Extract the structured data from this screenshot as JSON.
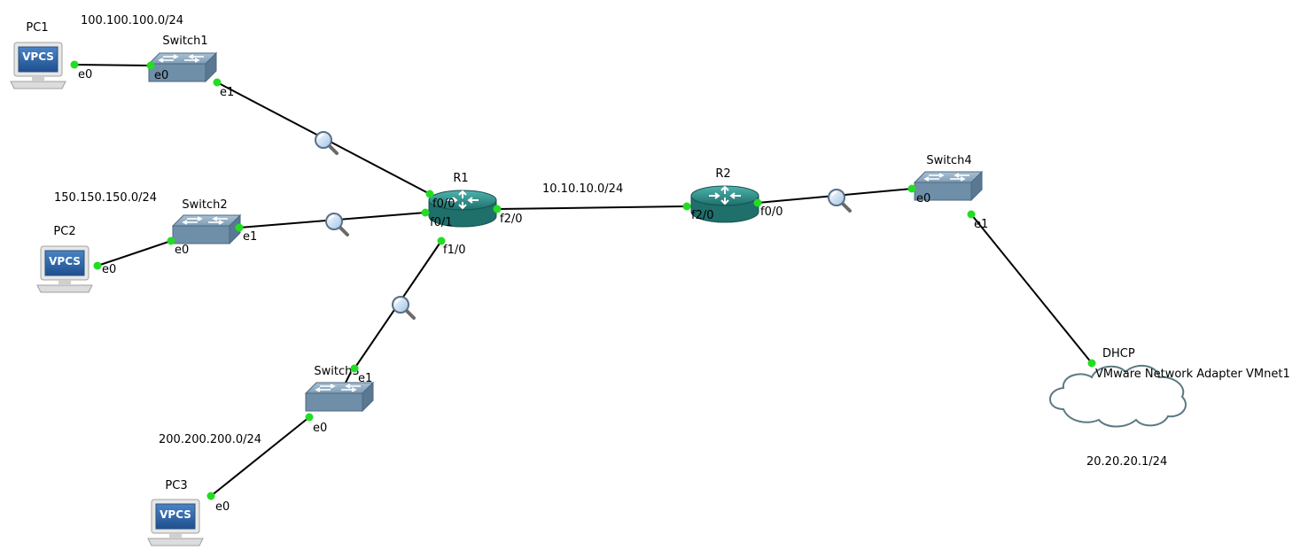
{
  "colors": {
    "link": "#000000",
    "port_dot": "#22dd22",
    "router": "#2f8f8a",
    "switch": "#6f8ea8",
    "cloud_stroke": "#5a7a82"
  },
  "nodes": {
    "pc1": {
      "name": "PC1",
      "badge": "VPCS",
      "icon": "vpcs-pc-icon"
    },
    "pc2": {
      "name": "PC2",
      "badge": "VPCS",
      "icon": "vpcs-pc-icon"
    },
    "pc3": {
      "name": "PC3",
      "badge": "VPCS",
      "icon": "vpcs-pc-icon"
    },
    "switch1": {
      "name": "Switch1",
      "icon": "ethernet-switch-icon"
    },
    "switch2": {
      "name": "Switch2",
      "icon": "ethernet-switch-icon"
    },
    "switch3": {
      "name": "Switch3",
      "icon": "ethernet-switch-icon"
    },
    "switch4": {
      "name": "Switch4",
      "icon": "ethernet-switch-icon"
    },
    "r1": {
      "name": "R1",
      "icon": "router-icon"
    },
    "r2": {
      "name": "R2",
      "icon": "router-icon"
    },
    "cloud": {
      "name": "DHCP",
      "adapter": "VMware Network Adapter VMnet1",
      "icon": "cloud-icon"
    }
  },
  "subnets": {
    "net1": "100.100.100.0/24",
    "net2": "150.150.150.0/24",
    "net3": "200.200.200.0/24",
    "net_r1_r2": "10.10.10.0/24",
    "net_cloud": "20.20.20.1/24"
  },
  "ports": {
    "pc1_e0": "e0",
    "sw1_e0": "e0",
    "sw1_e1": "e1",
    "pc2_e0": "e0",
    "sw2_e0": "e0",
    "sw2_e1": "e1",
    "pc3_e0": "e0",
    "sw3_e0": "e0",
    "sw3_e1": "e1",
    "r1_f00": "f0/0",
    "r1_f01": "f0/1",
    "r1_f10": "f1/0",
    "r1_f20": "f2/0",
    "r2_f20": "f2/0",
    "r2_f00": "f0/0",
    "sw4_e0": "e0",
    "sw4_e1": "e1"
  },
  "capture_icon": "packet-capture-magnifier-icon"
}
